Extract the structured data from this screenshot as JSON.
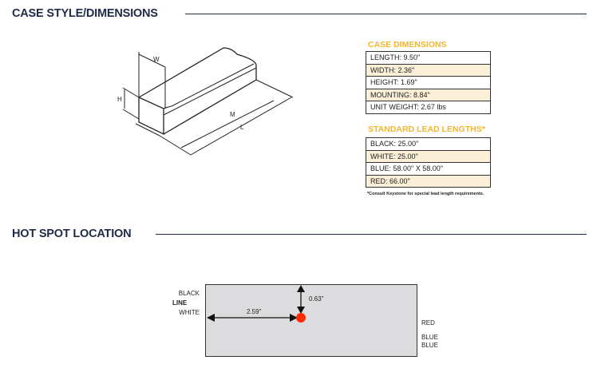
{
  "case_section": {
    "title": "CASE STYLE/DIMENSIONS",
    "diagram_labels": {
      "w": "W",
      "h": "H",
      "m": "M",
      "l": "L"
    },
    "dimensions_title": "CASE DIMENSIONS",
    "dimensions": [
      "LENGTH: 9.50\"",
      "WIDTH: 2.36\"",
      "HEIGHT: 1.69\"",
      "MOUNTING: 8.84\"",
      "UNIT WEIGHT: 2.67 lbs"
    ],
    "leads_title": "STANDARD LEAD LENGTHS*",
    "leads": [
      "BLACK: 25.00\"",
      "WHITE: 25.00\"",
      "BLUE: 58.00\" X 58.00\"",
      "RED: 66.00\""
    ],
    "footnote": "*Consult Keystone for special lead length requirements."
  },
  "hotspot_section": {
    "title": "HOT SPOT LOCATION",
    "left_labels": {
      "black": "BLACK",
      "line": "LINE",
      "white": "WHITE"
    },
    "right_labels": {
      "red": "RED",
      "blue1": "BLUE",
      "blue2": "BLUE"
    },
    "horizontal_offset": "2.59\"",
    "vertical_offset": "0.63\"",
    "colors": {
      "hotspot": "#ff2a00",
      "case": "#dcdcde"
    }
  }
}
